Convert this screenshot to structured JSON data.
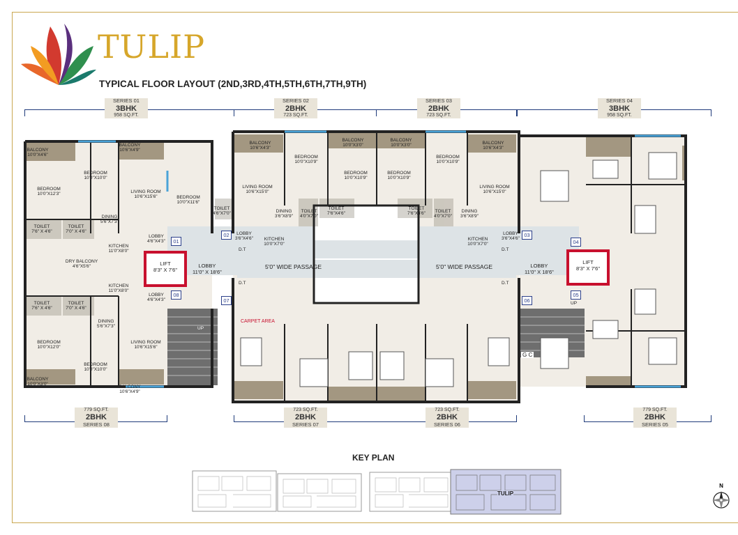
{
  "project": {
    "name": "TULIP",
    "subtitle": "TYPICAL FLOOR LAYOUT (2ND,3RD,4TH,5TH,6TH,7TH,9TH)"
  },
  "colors": {
    "gold": "#d6a62a",
    "navy": "#1e3a7a",
    "red": "#c8102e",
    "wall": "#222222",
    "floor": "#f1ede6",
    "corridor": "#dde3e6",
    "balcony": "#a39781"
  },
  "series_top": [
    {
      "series": "SERIES 01",
      "type": "3BHK",
      "area": "958 SQ.FT."
    },
    {
      "series": "SERIES 02",
      "type": "2BHK",
      "area": "723 SQ.FT."
    },
    {
      "series": "SERIES 03",
      "type": "2BHK",
      "area": "723 SQ.FT."
    },
    {
      "series": "SERIES 04",
      "type": "3BHK",
      "area": "958 SQ.FT."
    }
  ],
  "series_bottom": [
    {
      "area": "779 SQ.FT.",
      "type": "2BHK",
      "series": "SERIES 08"
    },
    {
      "area": "723 SQ.FT.",
      "type": "2BHK",
      "series": "SERIES 07"
    },
    {
      "area": "723 SQ.FT.",
      "type": "2BHK",
      "series": "SERIES 06"
    },
    {
      "area": "779 SQ.FT.",
      "type": "2BHK",
      "series": "SERIES 05"
    }
  ],
  "rooms": [
    {
      "name": "BALCONY",
      "dim": "10'0\"X4'6\""
    },
    {
      "name": "BALCONY",
      "dim": "10'6\"X4'9\""
    },
    {
      "name": "BEDROOM",
      "dim": "10'0\"X10'0\""
    },
    {
      "name": "BEDROOM",
      "dim": "10'0\"X12'3\""
    },
    {
      "name": "LIVING ROOM",
      "dim": "10'6\"X15'6\""
    },
    {
      "name": "BEDROOM",
      "dim": "10'0\"X11'6\""
    },
    {
      "name": "TOILET",
      "dim": "4'6\"X7'0\""
    },
    {
      "name": "DINING",
      "dim": "5'6\"X7'3\""
    },
    {
      "name": "TOILET",
      "dim": "7'6\" X 4'6\""
    },
    {
      "name": "TOILET",
      "dim": "7'0\" X 4'6\""
    },
    {
      "name": "KITCHEN",
      "dim": "11'0\"X8'0\""
    },
    {
      "name": "LOBBY",
      "dim": "4'6\"X4'3\""
    },
    {
      "name": "DRY BALCONY",
      "dim": "4'6\"X5'6\""
    },
    {
      "name": "KITCHEN",
      "dim": "11'0\"X8'0\""
    },
    {
      "name": "LOBBY",
      "dim": "4'6\"X4'3\""
    },
    {
      "name": "TOILET",
      "dim": "7'6\" X 4'6\""
    },
    {
      "name": "TOILET",
      "dim": "7'0\" X 4'6\""
    },
    {
      "name": "DINING",
      "dim": "5'6\"X7'3\""
    },
    {
      "name": "BEDROOM",
      "dim": "10'0\"X12'0\""
    },
    {
      "name": "LIVING ROOM",
      "dim": "10'6\"X15'6\""
    },
    {
      "name": "BEDROOM",
      "dim": "10'0\"X10'0\""
    },
    {
      "name": "BALCONY",
      "dim": "10'0\"X3'0\""
    },
    {
      "name": "BALCONY",
      "dim": "10'6\"X4'9\""
    },
    {
      "name": "BALCONY",
      "dim": "10'6\"X4'3\""
    },
    {
      "name": "BEDROOM",
      "dim": "10'0\"X10'9\""
    },
    {
      "name": "BALCONY",
      "dim": "10'0\"X3'0\""
    },
    {
      "name": "BEDROOM",
      "dim": "10'0\"X10'9\""
    },
    {
      "name": "LIVING ROOM",
      "dim": "10'6\"X15'0\""
    },
    {
      "name": "DINING",
      "dim": "3'6\"X8'9\""
    },
    {
      "name": "TOILET",
      "dim": "4'0\"X7'0\""
    },
    {
      "name": "TOILET",
      "dim": "7'6\"X4'6\""
    },
    {
      "name": "LOBBY",
      "dim": "3'6\"X4'6\""
    },
    {
      "name": "KITCHEN",
      "dim": "10'0\"X7'0\""
    },
    {
      "name": "BALCONY",
      "dim": "10'0\"X3'0\""
    },
    {
      "name": "BEDROOM",
      "dim": "10'0\"X10'9\""
    },
    {
      "name": "BALCONY",
      "dim": "10'6\"X4'3\""
    },
    {
      "name": "BEDROOM",
      "dim": "10'0\"X10'9\""
    },
    {
      "name": "LIVING ROOM",
      "dim": "10'6\"X15'0\""
    },
    {
      "name": "TOILET",
      "dim": "7'6\"X4'6\""
    },
    {
      "name": "TOILET",
      "dim": "4'0\"X7'0\""
    },
    {
      "name": "DINING",
      "dim": "3'6\"X8'9\""
    },
    {
      "name": "KITCHEN",
      "dim": "10'0\"X7'0\""
    },
    {
      "name": "LOBBY",
      "dim": "3'6\"X4'6\""
    }
  ],
  "core": {
    "lift_label": "LIFT",
    "lift_dim": "8'3\" X 7'6\"",
    "lobby_label": "LOBBY",
    "lobby_dim": "11'0\" X 18'6\"",
    "passage": "5'0\" WIDE PASSAGE",
    "dt": "D.T",
    "up": "UP",
    "carpet": "CARPET AREA",
    "gc": "G C"
  },
  "unit_numbers": [
    "01",
    "02",
    "03",
    "04",
    "05",
    "06",
    "07",
    "08"
  ],
  "key_plan": {
    "title": "KEY PLAN",
    "label": "TULIP",
    "north": "N"
  }
}
